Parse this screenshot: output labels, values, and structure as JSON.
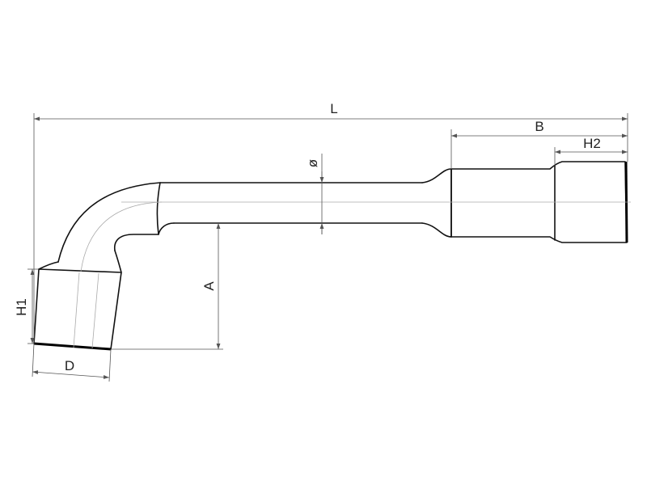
{
  "dimensions": {
    "overall_length": "L",
    "handle_socket_length": "B",
    "socket_height_straight_end": "H2",
    "shaft_diameter": "ø",
    "offset_depth": "A",
    "socket_height_bent_end": "H1",
    "socket_diameter": "D"
  },
  "colors": {
    "outline": "#111111",
    "dimension_line": "#555555",
    "center_line": "#aaaaaa"
  }
}
